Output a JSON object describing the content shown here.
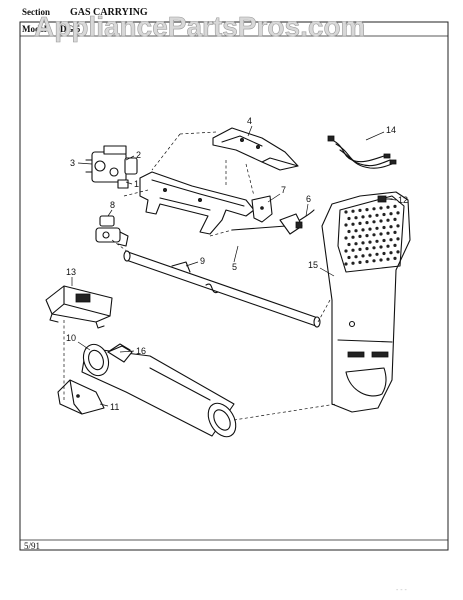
{
  "header": {
    "section_label": "Section",
    "section_title": "GAS CARRYING",
    "model_label": "Model",
    "model_number": "DG 5 2"
  },
  "watermark": "AppliancePartsPros.com",
  "callouts": [
    "1",
    "2",
    "3",
    "4",
    "5",
    "6",
    "7",
    "8",
    "9",
    "10",
    "11",
    "12",
    "13",
    "14",
    "15",
    "16"
  ],
  "footer": {
    "date": "5/91",
    "page_ref": "- - -"
  }
}
